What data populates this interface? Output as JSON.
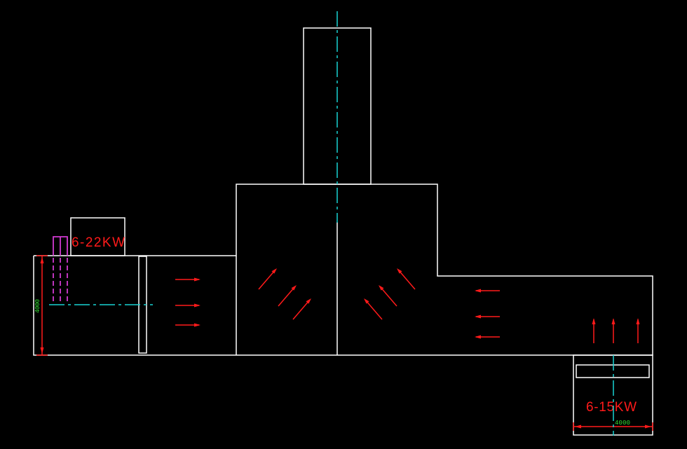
{
  "colors": {
    "background": "#000000",
    "outline": "#ffffff",
    "centerline": "#19d3d3",
    "airflow": "#ff1a1a",
    "heater": "#d23ad2",
    "dimension_text": "#33dd33"
  },
  "labels": {
    "left_unit": "6-22KW",
    "right_unit": "6-15KW"
  },
  "dimensions": {
    "left_height": "4000",
    "right_width": "4000"
  }
}
